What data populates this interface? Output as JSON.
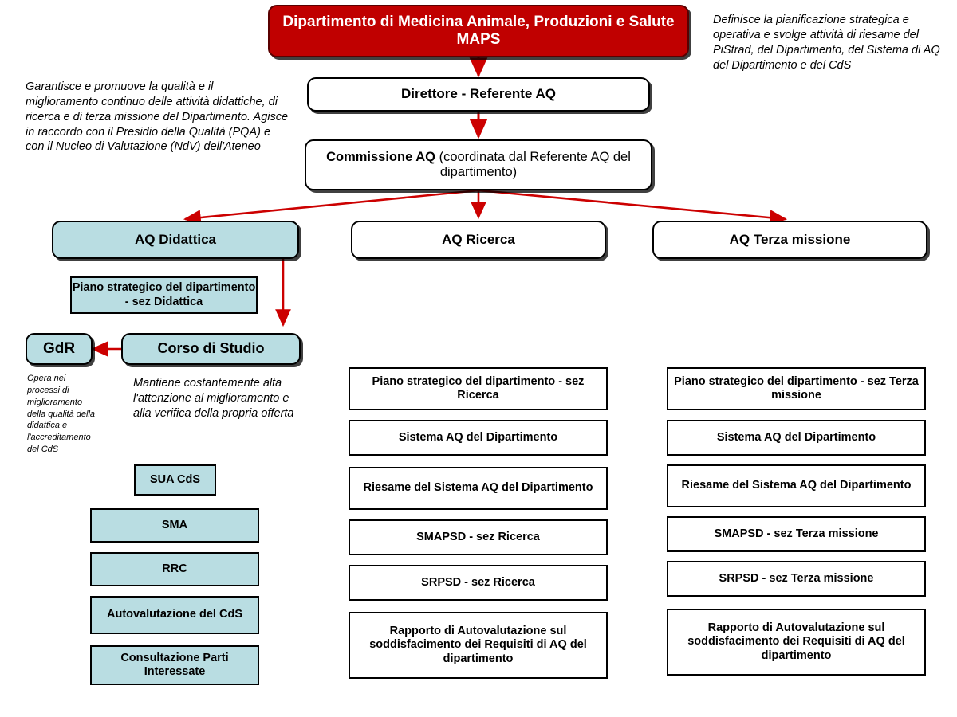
{
  "colors": {
    "accent_red": "#c00000",
    "arrow_red": "#cc0000",
    "light_blue": "#b9dde2",
    "border_black": "#000000",
    "white": "#ffffff"
  },
  "title": {
    "line1": "Dipartimento di Medicina Animale, Produzioni e Salute",
    "line2": "MAPS"
  },
  "tiers": {
    "direttore": "Direttore - Referente AQ",
    "commissione_bold": "Commissione AQ",
    "commissione_rest": " (coordinata dal Referente AQ del dipartimento)",
    "aq_didattica": "AQ Didattica",
    "aq_ricerca": "AQ Ricerca",
    "aq_terza": "AQ Terza missione",
    "gdr": "GdR",
    "corso_di_studio": "Corso di Studio"
  },
  "notes": {
    "top_right": "Definisce la pianificazione strategica e operativa e svolge attività di riesame del PiStrad, del Dipartimento, del Sistema di AQ del Dipartimento e del CdS",
    "top_left": "Garantisce e promuove la qualità e il miglioramento continuo delle attività didattiche, di ricerca e di terza missione del Dipartimento. Agisce in raccordo con il Presidio della Qualità (PQA) e con il Nucleo di Valutazione (NdV) dell'Ateneo",
    "gdr_note": "Opera nei processi di miglioramento della qualità della didattica e l'accreditamento del CdS",
    "cds_note": "Mantiene costantemente alta l'attenzione al miglioramento e alla verifica della propria offerta"
  },
  "didattica_column": {
    "piano_strategico": "Piano strategico del dipartimento - sez Didattica",
    "documents": [
      "SUA CdS",
      "SMA",
      "RRC",
      "Autovalutazione del CdS",
      "Consultazione Parti Interessate"
    ]
  },
  "ricerca_column": {
    "documents": [
      "Piano strategico del dipartimento - sez Ricerca",
      "Sistema AQ del Dipartimento",
      "Riesame del Sistema AQ del Dipartimento",
      "SMAPSD - sez Ricerca",
      "SRPSD - sez Ricerca",
      "Rapporto di Autovalutazione sul soddisfacimento dei Requisiti di AQ del dipartimento"
    ]
  },
  "terza_missione_column": {
    "documents": [
      "Piano strategico del dipartimento - sez Terza missione",
      "Sistema AQ del Dipartimento",
      "Riesame del Sistema AQ del Dipartimento",
      "SMAPSD - sez Terza missione",
      "SRPSD - sez Terza missione",
      "Rapporto di Autovalutazione sul soddisfacimento dei Requisiti di AQ del dipartimento"
    ]
  }
}
